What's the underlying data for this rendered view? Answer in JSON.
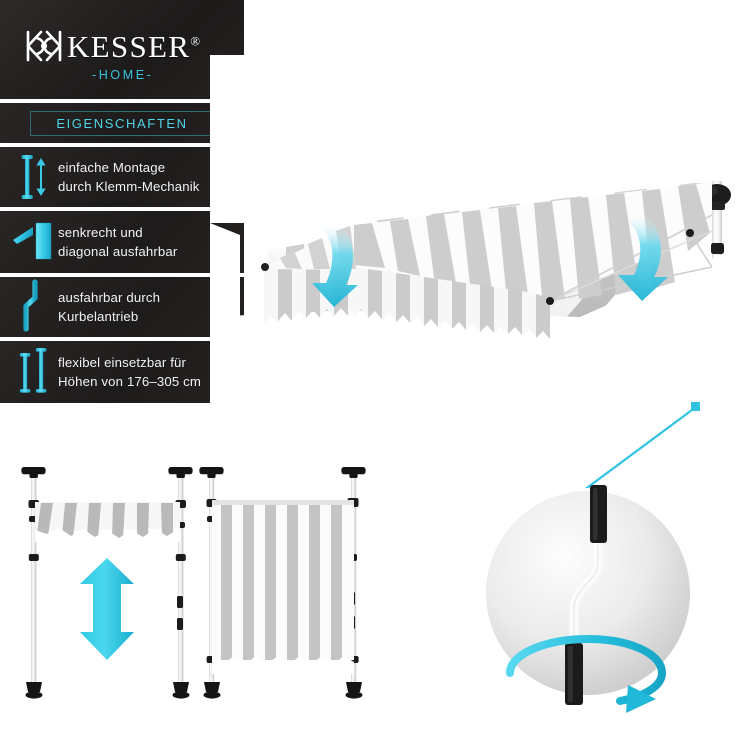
{
  "brand": {
    "name": "KESSER",
    "registered": "®",
    "sub": "-HOME-",
    "monogram_icon": "kesser-monogram-icon"
  },
  "section_title": "EIGENSCHAFTEN",
  "colors": {
    "panel_bg": "#221f1f",
    "accent_cyan": "#2ec3e0",
    "accent_cyan_light": "#4fd3e8",
    "text": "#f2f2f2",
    "stripe_grey": "#c8c8c8",
    "stripe_white": "#ffffff",
    "pole_white": "#f4f4f4",
    "hardware_black": "#1a1a1a"
  },
  "features": [
    {
      "icon": "pole-with-double-arrow-icon",
      "line1": "einfache Montage",
      "line2": "durch Klemm-Mechanik"
    },
    {
      "icon": "vertical-and-diagonal-panels-icon",
      "line1": "senkrecht und",
      "line2": "diagonal ausfahrbar"
    },
    {
      "icon": "crank-handle-icon",
      "line1": "ausfahrbar durch",
      "line2": "Kurbelantrieb"
    },
    {
      "icon": "two-poles-height-icon",
      "line1": "flexibel einsetzbar für",
      "line2": "Höhen von 176–305 cm"
    }
  ],
  "illustrations": {
    "main_awning": {
      "name": "main-awning-angled-illustration",
      "stripe_count": 13,
      "arrows": [
        "extend-arrow-left",
        "extend-arrow-right"
      ]
    },
    "retracted": {
      "name": "retracted-awning-height-illustration",
      "arrow": "height-adjust-double-arrow"
    },
    "vertical": {
      "name": "vertical-awning-privacy-illustration"
    },
    "detail_circle": {
      "name": "crank-detail-magnifier",
      "arrow": "rotation-arrow",
      "leader": "leader-line-to-pole"
    }
  }
}
